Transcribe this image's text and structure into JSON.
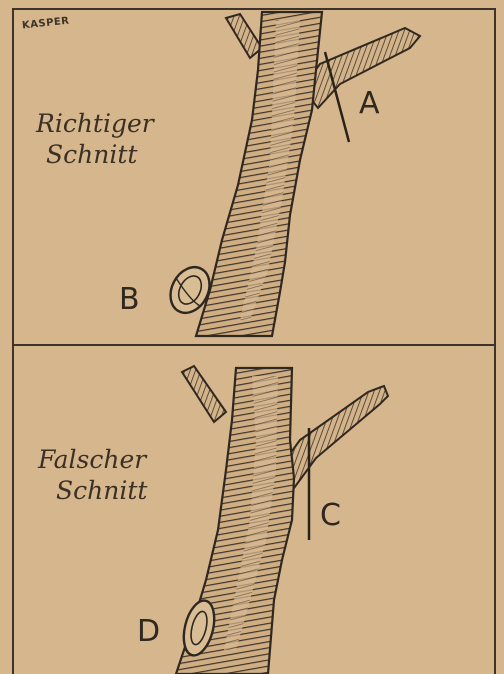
{
  "signature": "KASPER",
  "top_panel": {
    "caption_line1": "Richtiger",
    "caption_line2": "Schnitt",
    "cut_label": "A",
    "stub_label": "B"
  },
  "bottom_panel": {
    "caption_line1": "Falscher",
    "caption_line2": "Schnitt",
    "cut_label": "C",
    "stub_label": "D"
  },
  "colors": {
    "paper": "#d6b68c",
    "ink": "#3a3026",
    "wood_shade": "#4a3d30"
  }
}
